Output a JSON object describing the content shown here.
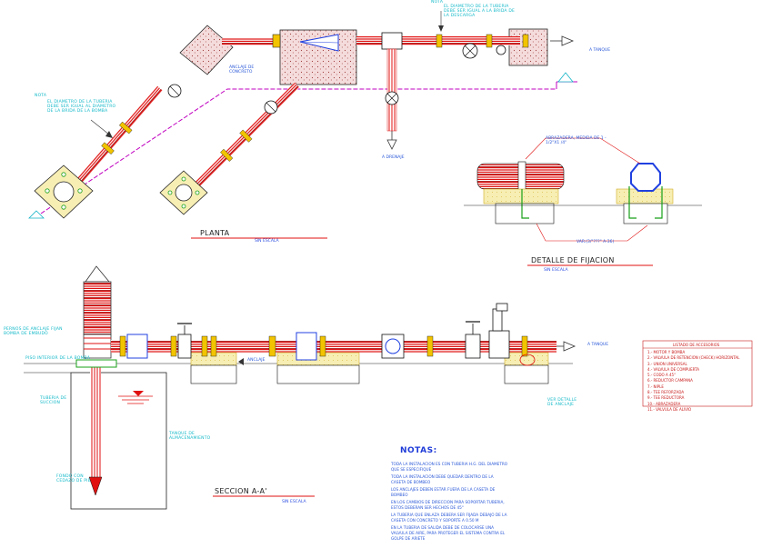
{
  "plan": {
    "title": "PLANTA",
    "scale": "SIN ESCALA",
    "note_top_label": "NOTA",
    "note_top": "EL DIAMETRO DE LA TUBERIA DEBE SER IGUAL A LA BRIDA DE LA DESCARGA",
    "note_left_label": "NOTA",
    "note_left": "EL DIAMETRO DE LA TUBERIA DEBE SER IGUAL AL DIAMETRO DE LA BRIDA DE LA BOMBA",
    "anclaje": "ANCLAJE DE CONCRETO",
    "a_tanque": "A TANQUE",
    "a_drenaje": "A DRENAJE",
    "section_mark": "A"
  },
  "fixation": {
    "title": "DETALLE DE FIJACION",
    "scale": "SIN ESCALA",
    "abrazadera": "ABRAZADERA, MEDIDA DE 1 - 1/2\"X1 /4\"",
    "varilla": "VAR.(3/\"???\" A-36)"
  },
  "section": {
    "title": "SECCION   A-A'",
    "scale": "SIN ESCALA",
    "perno": "PERNOS DE ANCLAJE FIJAN BOMBA DE EMBUDO",
    "piso": "PISO INTERIOR DE LA BOMBA",
    "anclaje": "ANCLAJE",
    "a_tanque": "A TANQUE",
    "ver_detalle": "VER DETALLE DE ANCLAJE",
    "tuberia_succion": "TUBERIA DE SUCCION",
    "tanque": "TANQUE DE ALMACENAMIENTO",
    "fondo": "FONDO CON CEDAZO DE PIE"
  },
  "notes": {
    "title": "NOTAS:",
    "items": [
      "TODA LA INSTALACION ES CON TUBERIA H.G. DEL DIAMETRO QUE SE ESPECIFIQUE",
      "TODA LA INSTALACION DEBE QUEDAR DENTRO DE LA CASETA DE BOMBEO",
      "LOS ANCLAJES DEBEN ESTAR FUERA DE LA CASETA DE BOMBEO",
      "EN LOS CAMBIOS DE DIRECCION PARA SOPORTAR TUBERIA, ESTOS DEBERAN SER HECHOS DE 45°",
      "LA TUBERIA QUE ENLAZA DEBERA SER FIJADA DEBAJO DE LA CASETA CON CONCRETO Y SOPORTE A 0.50 M",
      "EN LA TUBERIA DE SALIDA DEBE DE COLOCARSE UNA VALVULA DE AIRE, PARA PROTEGER EL SISTEMA CONTRA EL GOLPE DE ARIETE"
    ]
  },
  "legend": {
    "title": "LISTADO DE ACCESORIOS",
    "items": [
      "1.- MOTOR Y BOMBA",
      "2.- VALVULA DE RETENCION (CHECK) HORIZONTAL",
      "3.- UNION UNIVERSAL",
      "4.- VALVULA DE COMPUERTA",
      "5.- CODO A 45°",
      "6.- REDUCTOR CAMPANA",
      "7.- NIPLE",
      "8.- TEE REFORZADA",
      "9.- TEE REDUCTORA",
      "10.- ABRAZADERA",
      "11.- VALVULA DE ALIVIO"
    ]
  },
  "colors": {
    "pipe_red": "#e01010",
    "pipe_yellow": "#f2c400",
    "concrete": "#f4e9a8",
    "magenta": "#c000c0",
    "cyan": "#14b4c8",
    "blue": "#2040e0"
  }
}
